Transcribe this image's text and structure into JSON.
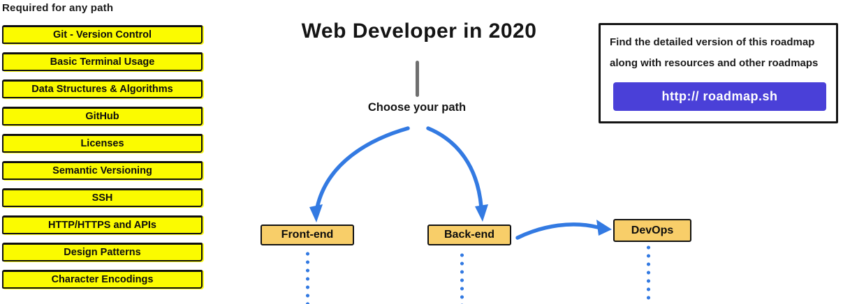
{
  "title": "Web Developer in 2020",
  "left_panel": {
    "heading": "Required for any path",
    "items": [
      "Git - Version Control",
      "Basic Terminal Usage",
      "Data Structures & Algorithms",
      "GitHub",
      "Licenses",
      "Semantic Versioning",
      "SSH",
      "HTTP/HTTPS and APIs",
      "Design Patterns",
      "Character Encodings"
    ]
  },
  "center": {
    "choose_label": "Choose your path",
    "paths": [
      {
        "label": "Front-end"
      },
      {
        "label": "Back-end"
      },
      {
        "label": "DevOps"
      }
    ]
  },
  "info_box": {
    "line1": "Find the detailed version of this roadmap",
    "line2": "along with resources and other roadmaps",
    "button_label": "http:// roadmap.sh"
  },
  "colors": {
    "arrow_blue": "#337ae2",
    "node_orange": "#f8ce69",
    "topic_yellow": "#fbfb00",
    "button_purple": "#4a40d8",
    "connector_gray": "#6f6f6f"
  }
}
